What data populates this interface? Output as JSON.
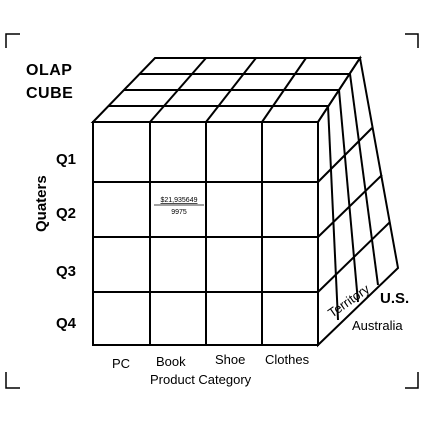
{
  "title_lines": [
    "OLAP",
    "CUBE"
  ],
  "quarters": {
    "axis_label": "Quaters",
    "labels": [
      "Q1",
      "Q2",
      "Q3",
      "Q4"
    ]
  },
  "product_category": {
    "axis_label": "Product Category",
    "labels": [
      "PC",
      "Book",
      "Shoe",
      "Clothes"
    ]
  },
  "territory": {
    "axis_label": "Territory",
    "labels": [
      "U.S.",
      "Australia"
    ]
  },
  "highlight_cell": {
    "value_top": "$21,935649",
    "value_bottom": "9975"
  }
}
